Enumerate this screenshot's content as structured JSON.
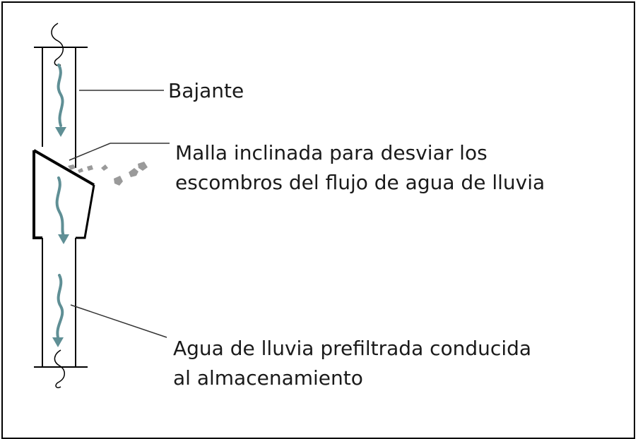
{
  "labels": {
    "bajante": "Bajante",
    "malla": {
      "line1": "Malla inclinada para desviar los",
      "line2": "escombros del flujo de agua de lluvia"
    },
    "agua": {
      "line1": "Agua de lluvia prefiltrada conducida",
      "line2": "al almacenamiento"
    }
  },
  "colors": {
    "flow_arrow": "#5f8f95",
    "debris": "#9a9a9a",
    "pipe": "#000000",
    "leader": "#333333"
  }
}
